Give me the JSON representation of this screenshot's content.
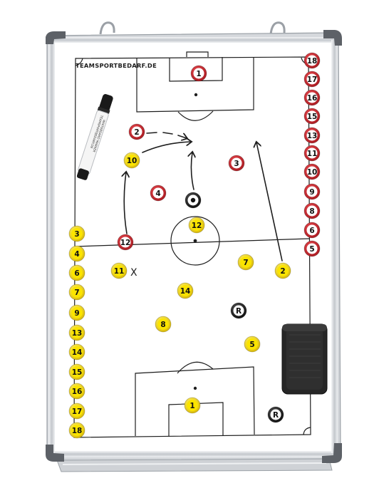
{
  "board": {
    "brand_text": "TEAMSPORTBEDARF.DE",
    "colors": {
      "frame": "#c9ccd1",
      "frame_dark": "#8b8f95",
      "corner": "#5d6167",
      "surface": "#ffffff",
      "line": "#1e1e1e",
      "red": "#c8262d",
      "yellow": "#f3d400",
      "black": "#161616"
    }
  },
  "marker": {
    "print_lines": [
      "TEAMSPORTBEDARF.DE",
      "WHITEBOARD MARKER"
    ]
  },
  "eraser": {
    "icon": "sponge-eraser-icon"
  },
  "red_team": {
    "on_field": [
      "1",
      "2",
      "3",
      "4",
      "12"
    ],
    "column": [
      "18",
      "17",
      "16",
      "15",
      "13",
      "11",
      "10",
      "9",
      "8",
      "6",
      "5"
    ]
  },
  "yellow_team": {
    "on_field": [
      "10",
      "12",
      "11",
      "7",
      "2",
      "14",
      "8",
      "5",
      "1"
    ],
    "column": [
      "3",
      "4",
      "6",
      "7",
      "9",
      "13",
      "14",
      "15",
      "16",
      "17",
      "18"
    ]
  },
  "referees": [
    "R",
    "R"
  ],
  "annotations": {
    "cross": "X"
  }
}
